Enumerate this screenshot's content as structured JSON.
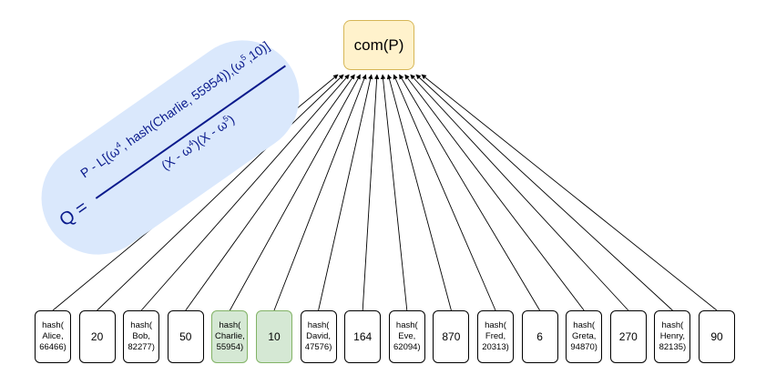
{
  "root": {
    "label": "com(P)"
  },
  "formula": {
    "lhs": "Q =",
    "numerator": {
      "prefix": "P - L[(ω",
      "exp1": "4",
      "mid": ", hash(Charlie, 55954)),(ω",
      "exp2": "5",
      "suffix": ",10)]"
    },
    "denominator": {
      "part1": "(X - ω",
      "exp1": "4",
      "part2": ")(X - ω",
      "exp2": "5",
      "part3": ")"
    }
  },
  "leaves": [
    {
      "text": "hash(\nAlice,\n66466)",
      "highlight": false
    },
    {
      "text": "20",
      "highlight": false
    },
    {
      "text": "hash(\nBob,\n82277)",
      "highlight": false
    },
    {
      "text": "50",
      "highlight": false
    },
    {
      "text": "hash(\nCharlie,\n55954)",
      "highlight": true
    },
    {
      "text": "10",
      "highlight": true
    },
    {
      "text": "hash(\nDavid,\n47576)",
      "highlight": false
    },
    {
      "text": "164",
      "highlight": false
    },
    {
      "text": "hash(\nEve,\n62094)",
      "highlight": false
    },
    {
      "text": "870",
      "highlight": false
    },
    {
      "text": "hash(\nFred,\n20313)",
      "highlight": false
    },
    {
      "text": "6",
      "highlight": false
    },
    {
      "text": "hash(\nGreta,\n94870)",
      "highlight": false
    },
    {
      "text": "270",
      "highlight": false
    },
    {
      "text": "hash(\nHenry,\n82135)",
      "highlight": false
    },
    {
      "text": "90",
      "highlight": false
    }
  ],
  "colors": {
    "root_fill": "#fff2cc",
    "root_stroke": "#d6b656",
    "highlight_fill": "#d5e8d4",
    "highlight_stroke": "#82b366",
    "formula_bg": "#dae8fc",
    "formula_text": "#0a1a8c"
  }
}
